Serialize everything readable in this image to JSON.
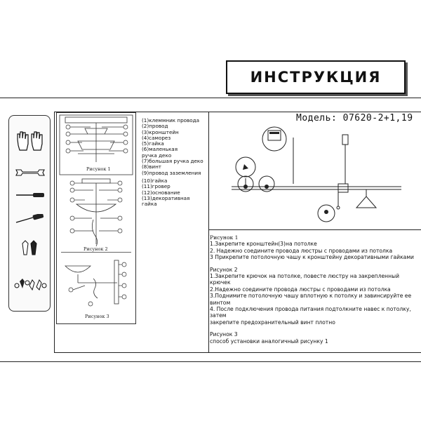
{
  "title": "ИНСТРУКЦИЯ",
  "model_label": "Модель: 07620-2+1,19",
  "tools": [
    {
      "name": "gloves-icon"
    },
    {
      "name": "wrench-icon"
    },
    {
      "name": "screwdriver-flat-icon"
    },
    {
      "name": "screwdriver-icon"
    },
    {
      "name": "anchors-icon"
    },
    {
      "name": "screws-icon"
    }
  ],
  "figures": {
    "fig1": "Рисунок 1",
    "fig2": "Рисунок 2",
    "fig3": "Рисунок 3"
  },
  "legend": [
    "(1)клеммник провода",
    "(2)провод",
    "(3)кронштейн",
    "(4)саморез",
    "(5)гайка",
    "(6)маленькая ручка деко",
    "(7)большая ручка деко",
    "(8)винт",
    "(9)провод заземления",
    "(10)гайка",
    "(11)гровер",
    "(12)основание",
    "(13)декоративная гайка"
  ],
  "instructions": {
    "fig1_title": "Рисунок 1",
    "fig1_steps": [
      "1.Закрепите кронштейн(3)на потолке",
      "2. Надежно соедините провода люстры с проводами из потолка",
      "3 Прикрепите потолочную чашу к кронштейну декоративными гайками"
    ],
    "fig2_title": "Рисунок 2",
    "fig2_steps": [
      "1.Закрепите крючок на потолке, повесте люстру на закрепленный крючек",
      "2.Надежно соедините провода люстры с проводами из потолка",
      "3.Поднимите потолочную чашу вплотную к потолку и завинсируйте ее",
      "винтом",
      "4. После подключения провода питания подтолкните навес к потолку, затем",
      "закрепите предохранительный винт плотно"
    ],
    "fig3_title": "Рисунок 3",
    "fig3_steps": [
      "способ установки аналогичный рисунку 1"
    ]
  }
}
